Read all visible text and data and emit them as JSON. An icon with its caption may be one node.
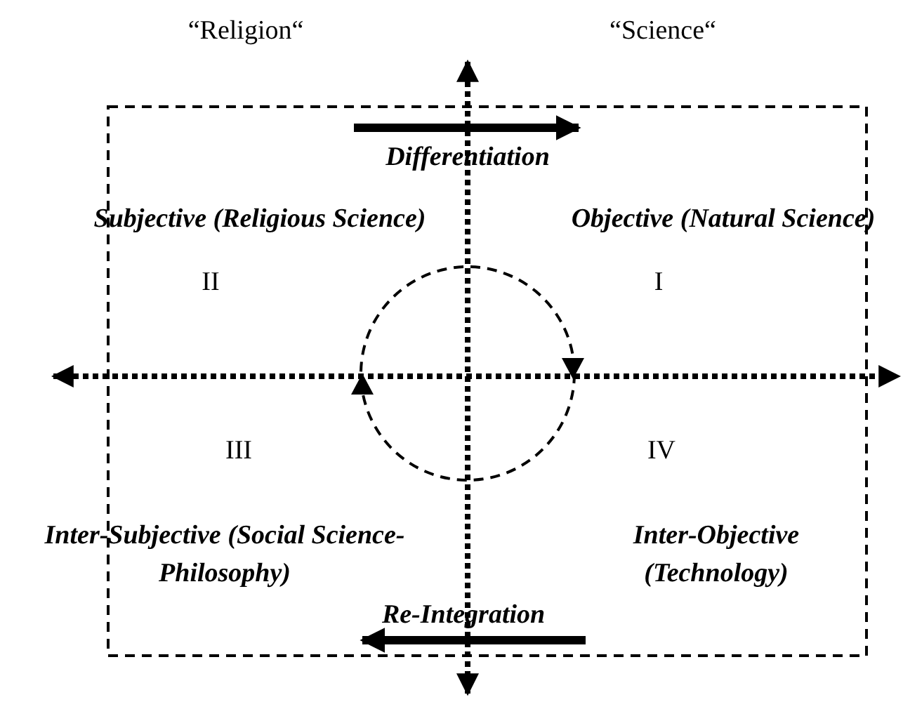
{
  "diagram": {
    "labels": [
      "“Religion“",
      "“Science“",
      "Differentiation",
      "Subjective (Religious Science)",
      "Objective (Natural Science)",
      "II",
      "I",
      "III",
      "IV",
      "Inter-Subjective (Social Science-Philosophy)",
      "Inter-Objective (Technology)",
      "Re-Integration"
    ]
  }
}
